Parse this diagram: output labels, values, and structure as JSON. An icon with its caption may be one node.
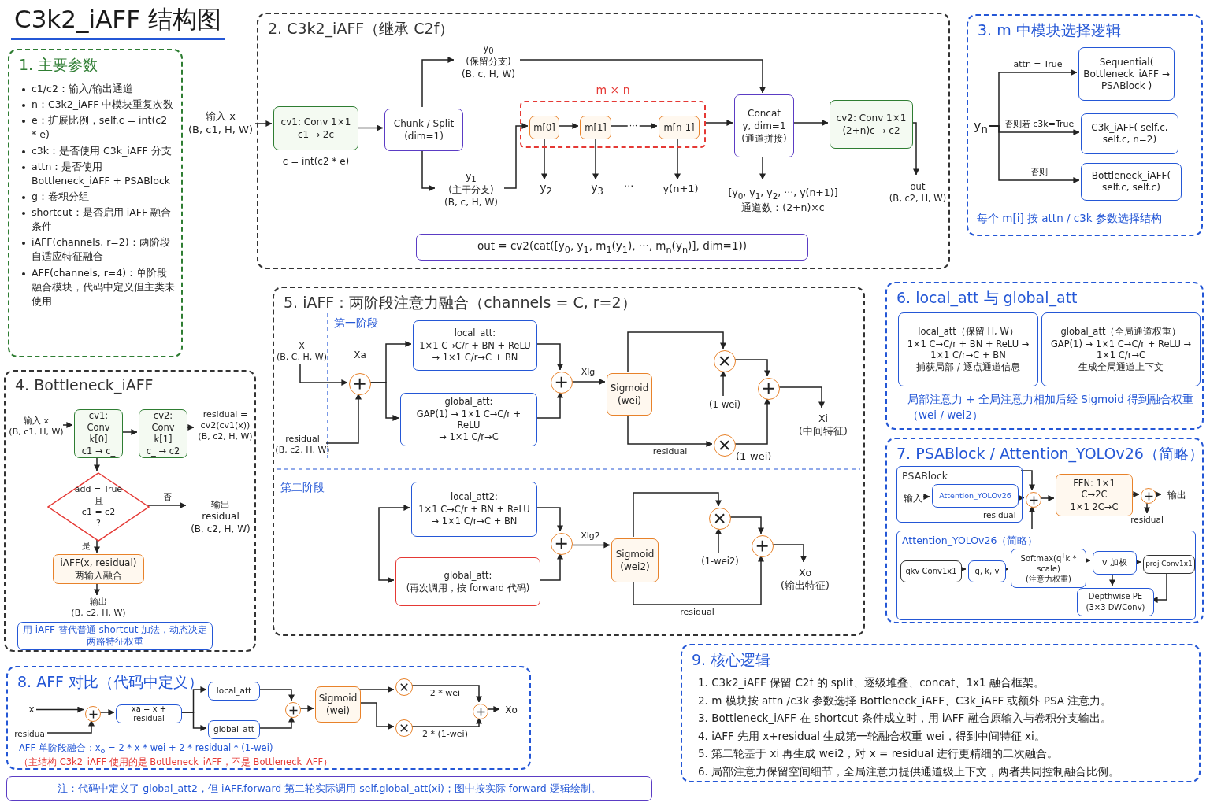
{
  "diagram": {
    "title": "C3k2_iAFF 结构图",
    "nodes": [
      {
        "text": [
          "1. 主要参数",
          "c1/c2：输入/输出通道",
          "n：C3k2_iAFF 中模块重复次数",
          "e：扩展比例，self.c = int(c2 * e)",
          "c3k：是否使用 C3k_iAFF 分支",
          "attn：是否使用 Bottleneck_iAFF + PSABlock",
          "g：卷积分组",
          "shortcut：是否启用 iAFF 融合条件",
          "iAFF(channels, r=2)：两阶段自适应特征融合",
          "AFF(channels, r=4)：单阶段融合模块，代码中定义但主类未使用"
        ]
      },
      {
        "text": [
          "2. C3k2_iAFF（继承 C2f）"
        ]
      },
      {
        "text": [
          "输入 x",
          "(B, c1, H, W)"
        ]
      },
      {
        "text": [
          "cv1: Conv 1×1",
          "c1 → 2c"
        ],
        "in": 1,
        "beside": [
          "c = int(c2 * e)"
        ]
      },
      {
        "text": [
          "Chunk / Split",
          "(dim=1)"
        ],
        "in": 1
      },
      {
        "text": [
          "y$_{0}$",
          "(保留分支)",
          "(B, c, H, W)"
        ],
        "in": 1
      },
      {
        "text": [
          "y$_{1}$",
          "(主干分支)",
          "(B, c, H, W)"
        ],
        "in": 1
      },
      {
        "text": [
          "m × n"
        ],
        "in": 1
      },
      {
        "text": [
          "m[0]"
        ],
        "in": 7
      },
      {
        "text": [
          "m[1]"
        ],
        "in": 7
      },
      {
        "text": [
          "m[n-1]"
        ],
        "in": 7
      },
      {
        "text": [
          "y$_{2}$"
        ],
        "in": 1
      },
      {
        "text": [
          "y$_{3}$"
        ],
        "in": 1
      },
      {
        "text": [
          "y(n+1)"
        ],
        "in": 1
      },
      {
        "text": [
          "Concat",
          "y, dim=1",
          "(通道拼接)"
        ],
        "in": 1
      },
      {
        "text": [
          "[y$_{0}$, y$_{1}$, y$_{2}$, ···, y(n+1)]",
          "通道数：(2+n)×c"
        ],
        "in": 1
      },
      {
        "text": [
          "cv2: Conv 1×1",
          "(2+n)c → c2"
        ],
        "in": 1
      },
      {
        "text": [
          "out",
          "(B, c2, H, W)"
        ],
        "in": 1
      },
      {
        "text": [
          "out = cv2(cat([y$_{0}$, y$_{1}$, m$_{1}$(y$_{1}$), ···, m$_{n}$(y$_{n}$)], dim=1))"
        ],
        "in": 1
      },
      {
        "text": [
          "3. m 中模块选择逻辑",
          "每个 m[i] 按 attn / c3k 参数选择结构"
        ]
      },
      {
        "text": [
          "y$_{n}$"
        ],
        "in": 19
      },
      {
        "text": [
          "Sequential( Bottleneck_iAFF → PSABlock )"
        ],
        "in": 19
      },
      {
        "text": [
          "C3k_iAFF( self.c, self.c, n=2)"
        ],
        "in": 19
      },
      {
        "text": [
          "Bottleneck_iAFF( self.c, self.c)"
        ],
        "in": 19
      },
      {
        "text": [
          "4. Bottleneck_iAFF"
        ]
      },
      {
        "text": [
          "输入 x",
          "(B, c1, H, W)"
        ],
        "in": 24
      },
      {
        "text": [
          "cv1: Conv",
          "k[0]",
          "c1 → c_"
        ],
        "in": 24
      },
      {
        "text": [
          "cv2: Conv",
          "k[1]",
          "c_ → c2"
        ],
        "in": 24
      },
      {
        "text": [
          "residual =",
          "cv2(cv1(x))",
          "(B, c2, H, W)"
        ],
        "in": 24
      },
      {
        "text": [
          "add = True",
          "且",
          "c1 = c2",
          "?"
        ],
        "in": 24
      },
      {
        "text": [
          "输出",
          "residual",
          "(B, c2, H, W)"
        ],
        "in": 24
      },
      {
        "text": [
          "iAFF(x, residual)",
          "两输入融合"
        ],
        "in": 24
      },
      {
        "text": [
          "输出",
          "(B, c2, H, W)"
        ],
        "in": 24
      },
      {
        "text": [
          "用 iAFF 替代普通 shortcut 加法，动态决定两路特征权重"
        ],
        "in": 24
      },
      {
        "text": [
          "5. iAFF：两阶段注意力融合（channels = C, r=2）"
        ]
      },
      {
        "text": [
          "X",
          "(B, C, H, W)"
        ],
        "in": 34
      },
      {
        "text": [
          "residual",
          "(B, c2, H, W)"
        ],
        "in": 34
      },
      {
        "text": [],
        "shape": "circle",
        "in": 34,
        "beside": [
          "Xa"
        ]
      },
      {
        "text": [
          "local_att:",
          "1×1 C→C/r + BN + ReLU",
          "→ 1×1 C/r→C + BN"
        ],
        "in": 34
      },
      {
        "text": [
          "global_att:",
          "GAP(1) → 1×1 C→C/r + ReLU",
          "→ 1×1 C/r→C"
        ],
        "in": 34
      },
      {
        "text": [],
        "shape": "circle",
        "in": 34
      },
      {
        "text": [
          "Sigmoid",
          "(wei)"
        ],
        "in": 34
      },
      {
        "text": [],
        "shape": "circle",
        "in": 34
      },
      {
        "text": [],
        "shape": "circle",
        "in": 34
      },
      {
        "text": [
          "(1-wei)"
        ],
        "in": 34
      },
      {
        "text": [],
        "shape": "circle",
        "in": 34
      },
      {
        "text": [
          "Xi",
          "(中间特征)"
        ],
        "in": 34
      },
      {
        "text": [
          "local_att2:",
          "1×1 C→C/r + BN + ReLU",
          "→ 1×1 C/r→C + BN"
        ],
        "in": 34
      },
      {
        "text": [
          "global_att:",
          "(再次调用，按 forward 代码)"
        ],
        "in": 34
      },
      {
        "text": [],
        "shape": "circle",
        "in": 34
      },
      {
        "text": [
          "Sigmoid",
          "(wei2)"
        ],
        "in": 34
      },
      {
        "text": [],
        "shape": "circle",
        "in": 34
      },
      {
        "text": [
          "(1-wei2)"
        ],
        "in": 34
      },
      {
        "text": [],
        "shape": "circle",
        "in": 34
      },
      {
        "text": [
          "Xo",
          "(输出特征)"
        ],
        "in": 34
      },
      {
        "text": [
          "6. local_att 与 global_att",
          "局部注意力 + 全局注意力相加后经 Sigmoid 得到融合权重（wei / wei2）"
        ]
      },
      {
        "text": [
          "local_att（保留 H, W）",
          "1×1 C→C/r + BN + ReLU → 1×1 C/r→C + BN",
          "捕获局部 / 逐点通道信息"
        ],
        "in": 55
      },
      {
        "text": [
          "global_att（全局通道权重）",
          "GAP(1) → 1×1 C→C/r + ReLU → 1×1 C/r→C",
          "生成全局通道上下文"
        ],
        "in": 55
      },
      {
        "text": [
          "7. PSABlock / Attention_YOLOv26（简略）"
        ]
      },
      {
        "text": [
          "PSABlock"
        ],
        "in": 58
      },
      {
        "text": [
          "输入"
        ],
        "in": 59
      },
      {
        "text": [
          "Attention_YOLOv26"
        ],
        "in": 59
      },
      {
        "text": [],
        "shape": "circle",
        "in": 58
      },
      {
        "text": [
          "FFN: 1×1 C→2C",
          "1×1 2C→C"
        ],
        "in": 58
      },
      {
        "text": [],
        "shape": "circle",
        "in": 58
      },
      {
        "text": [
          "输出"
        ],
        "in": 58
      },
      {
        "text": [
          "residual"
        ],
        "in": 58
      },
      {
        "text": [
          "Attention_YOLOv26（简略）"
        ],
        "in": 58
      },
      {
        "text": [
          "qkv Conv1x1"
        ],
        "in": 67
      },
      {
        "text": [
          "q, k, v"
        ],
        "in": 67
      },
      {
        "text": [
          "Softmax(q$^{T}$k * scale)",
          "(注意力权重)"
        ],
        "in": 67
      },
      {
        "text": [
          "v 加权"
        ],
        "in": 67
      },
      {
        "text": [
          "proj Conv1x1"
        ],
        "in": 67
      },
      {
        "text": [
          "Depthwise PE",
          "(3×3 DWConv)"
        ],
        "in": 67
      },
      {
        "text": [
          "8. AFF 对比（代码中定义）",
          "AFF 单阶段融合：x$_{o}$ = 2 * x * wei + 2 * residual * (1-wei)",
          "（主结构 C3k2_iAFF 使用的是 Bottleneck_iAFF，不是 Bottleneck_AFF）"
        ]
      },
      {
        "text": [
          "x"
        ],
        "in": 74
      },
      {
        "text": [
          "residual"
        ],
        "in": 74
      },
      {
        "text": [],
        "shape": "circle",
        "in": 74
      },
      {
        "text": [
          "xa = x + residual"
        ],
        "in": 74
      },
      {
        "text": [
          "local_att"
        ],
        "in": 74
      },
      {
        "text": [
          "global_att"
        ],
        "in": 74
      },
      {
        "text": [],
        "shape": "circle",
        "in": 74
      },
      {
        "text": [
          "Sigmoid",
          "(wei)"
        ],
        "in": 74
      },
      {
        "text": [],
        "shape": "circle",
        "in": 74
      },
      {
        "text": [],
        "shape": "circle",
        "in": 74
      },
      {
        "text": [],
        "shape": "circle",
        "in": 74
      },
      {
        "text": [
          "Xo"
        ],
        "in": 74
      },
      {
        "text": [
          "注：代码中定义了 global_att2，但 iAFF.forward 第二轮实际调用 self.global_att(xi)；图中按实际 forward 逻辑绘制。"
        ]
      },
      {
        "text": [
          "9. 核心逻辑",
          "1. C3k2_iAFF 保留 C2f 的 split、逐级堆叠、concat、1x1 融合框架。",
          "2. m 模块按 attn /c3k 参数选择 Bottleneck_iAFF、C3k_iAFF 或额外 PSA 注意力。",
          "3. Bottleneck_iAFF 在 shortcut 条件成立时，用 iAFF 融合原输入与卷积分支输出。",
          "4. iAFF 先用 x+residual 生成第一轮融合权重 wei，得到中间特征 xi。",
          "5. 第二轮基于 xi 再生成 wei2，对 x = residual 进行更精细的二次融合。",
          "6. 局部注意力保留空间细节，全局注意力提供通道级上下文，两者共同控制融合比例。"
        ]
      }
    ],
    "edges": [
      {
        "from": 2,
        "to": 3,
        "arrow": "to"
      },
      {
        "from": 3,
        "to": 4,
        "arrow": "to"
      },
      {
        "from": 4,
        "to": 5,
        "arrow": "to"
      },
      {
        "from": 4,
        "to": 6,
        "arrow": "to"
      },
      {
        "from": 5,
        "to": 14,
        "arrow": "to"
      },
      {
        "from": 6,
        "to": 8,
        "arrow": "to"
      },
      {
        "from": 8,
        "to": 9,
        "arrow": "to"
      },
      {
        "from": 9,
        "to": 10,
        "arrow": "to",
        "label": "···"
      },
      {
        "from": 8,
        "to": 11,
        "arrow": "to"
      },
      {
        "from": 9,
        "to": 12,
        "arrow": "to"
      },
      {
        "from": 10,
        "to": 13,
        "arrow": "to"
      },
      {
        "from": 7,
        "to": 14,
        "arrow": "to"
      },
      {
        "from": 14,
        "to": 15,
        "arrow": "to"
      },
      {
        "from": 14,
        "to": 16,
        "arrow": "to"
      },
      {
        "from": 16,
        "to": 17,
        "arrow": "to"
      },
      {
        "from": 20,
        "to": 21,
        "arrow": "to",
        "label": "attn = True"
      },
      {
        "from": 20,
        "to": 22,
        "arrow": "to",
        "label": "否则若 c3k=True"
      },
      {
        "from": 20,
        "to": 23,
        "arrow": "to",
        "label": "否则"
      },
      {
        "from": 25,
        "to": 26,
        "arrow": "to"
      },
      {
        "from": 26,
        "to": 27,
        "arrow": "to"
      },
      {
        "from": 27,
        "to": 28,
        "arrow": "to"
      },
      {
        "from": 26,
        "to": 29,
        "arrow": "to"
      },
      {
        "from": 29,
        "to": 30,
        "arrow": "to",
        "label": "否"
      },
      {
        "from": 29,
        "to": 31,
        "arrow": "to",
        "label": "是"
      },
      {
        "from": 31,
        "to": 32,
        "arrow": "to"
      },
      {
        "from": 35,
        "to": 37,
        "arrow": "to"
      },
      {
        "from": 36,
        "to": 37,
        "arrow": "to"
      },
      {
        "from": 37,
        "to": 38,
        "arrow": "to"
      },
      {
        "from": 37,
        "to": 39,
        "arrow": "to"
      },
      {
        "from": 38,
        "to": 40,
        "arrow": "to"
      },
      {
        "from": 39,
        "to": 40,
        "arrow": "to"
      },
      {
        "from": 40,
        "to": 41,
        "arrow": "to",
        "label": "Xlg"
      },
      {
        "from": 41,
        "to": 42,
        "arrow": "to"
      },
      {
        "from": 41,
        "to": 43,
        "arrow": "to",
        "label": "residual"
      },
      {
        "from": 44,
        "to": 42,
        "arrow": "to"
      },
      {
        "from": 42,
        "to": 45,
        "arrow": "to"
      },
      {
        "from": 43,
        "to": 45,
        "arrow": "to"
      },
      {
        "from": 45,
        "to": 46,
        "arrow": "to"
      },
      {
        "from": null,
        "to": 47,
        "arrow": "to"
      },
      {
        "from": null,
        "to": 48,
        "arrow": "to"
      },
      {
        "from": 47,
        "to": 49,
        "arrow": "to"
      },
      {
        "from": 48,
        "to": 49,
        "arrow": "to"
      },
      {
        "from": 49,
        "to": 50,
        "arrow": "to",
        "label": "Xlg2"
      },
      {
        "from": 50,
        "to": 51,
        "arrow": "to"
      },
      {
        "from": 50,
        "to": 53,
        "arrow": "to",
        "label": "residual"
      },
      {
        "from": 52,
        "to": 51,
        "arrow": "to"
      },
      {
        "from": 51,
        "to": 53,
        "arrow": "to"
      },
      {
        "from": 53,
        "to": 54,
        "arrow": "to"
      },
      {
        "from": 60,
        "to": 61,
        "arrow": "to"
      },
      {
        "from": 61,
        "to": 62,
        "arrow": "to"
      },
      {
        "from": 59,
        "to": 62,
        "arrow": "to"
      },
      {
        "from": 67,
        "to": 62,
        "arrow": "to"
      },
      {
        "from": 62,
        "to": 63,
        "arrow": "to"
      },
      {
        "from": 63,
        "to": 64,
        "arrow": "to"
      },
      {
        "from": 64,
        "to": 65,
        "arrow": "to"
      },
      {
        "from": 64,
        "to": 66,
        "arrow": "to"
      },
      {
        "from": 68,
        "to": 69,
        "arrow": "to"
      },
      {
        "from": 69,
        "to": 70,
        "arrow": "to"
      },
      {
        "from": 70,
        "to": 71,
        "arrow": "to"
      },
      {
        "from": 71,
        "to": 72,
        "arrow": "to"
      },
      {
        "from": 72,
        "to": 73,
        "arrow": "to"
      },
      {
        "from": 71,
        "to": 73,
        "arrow": "to"
      },
      {
        "from": 75,
        "to": 77,
        "arrow": "to"
      },
      {
        "from": 76,
        "to": 77,
        "arrow": "to"
      },
      {
        "from": 77,
        "to": 78,
        "arrow": "to"
      },
      {
        "from": 78,
        "to": 79,
        "arrow": "to"
      },
      {
        "from": 78,
        "to": 80,
        "arrow": "to"
      },
      {
        "from": 79,
        "to": 81,
        "arrow": "to"
      },
      {
        "from": 80,
        "to": 81,
        "arrow": "to"
      },
      {
        "from": 81,
        "to": 82,
        "arrow": "to"
      },
      {
        "from": 82,
        "to": 83,
        "arrow": "to"
      },
      {
        "from": 82,
        "to": 84,
        "arrow": "to"
      },
      {
        "from": 83,
        "to": 85,
        "arrow": "to",
        "label": "2 * wei"
      },
      {
        "from": 84,
        "to": 85,
        "arrow": "to",
        "label": "2 * (1-wei)"
      },
      {
        "from": 85,
        "to": 86,
        "arrow": "to"
      }
    ],
    "labels": [
      "···",
      "第一阶段",
      "(1-wei)",
      "第二阶段",
      "residual"
    ]
  }
}
